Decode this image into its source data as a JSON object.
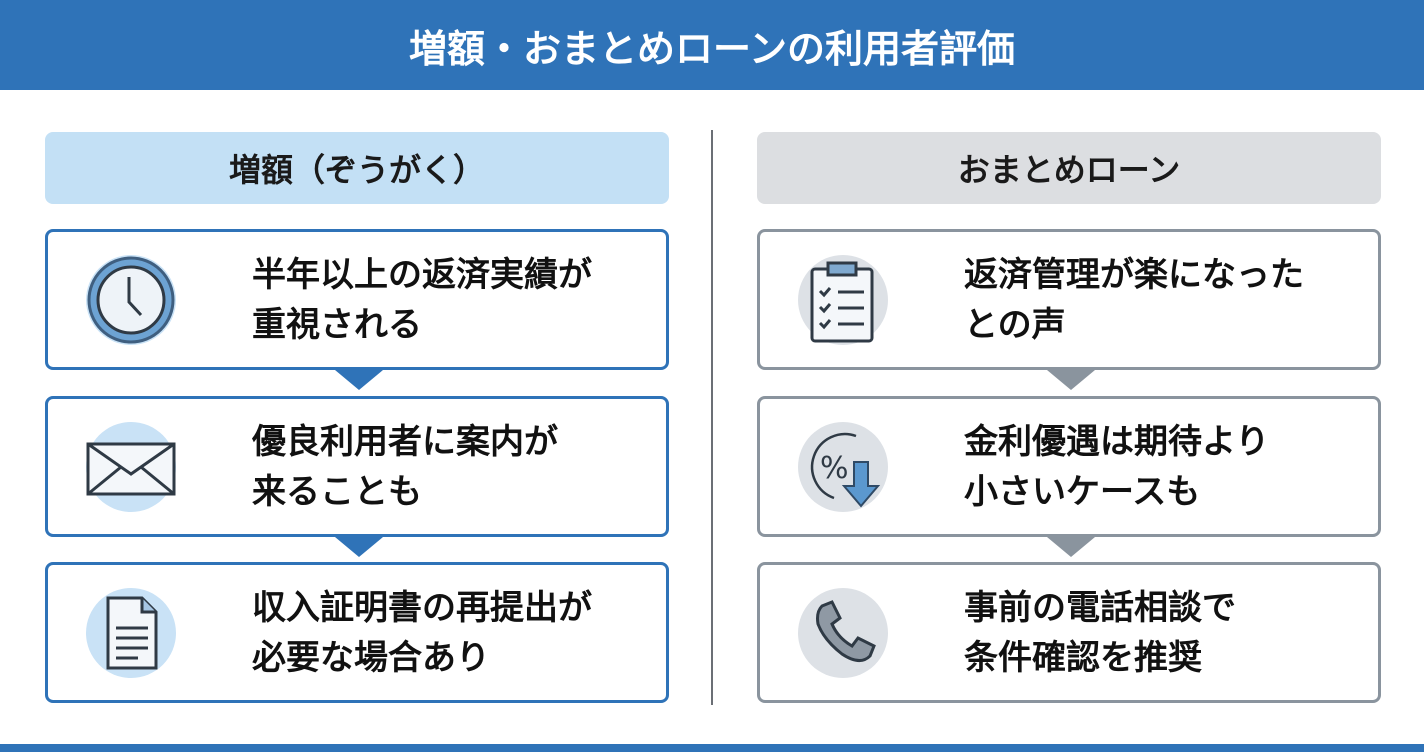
{
  "title": "増額・おまとめローンの利用者評価",
  "left": {
    "heading": "増額（ぞうがく）",
    "items": [
      {
        "icon": "clock-icon",
        "line1": "半年以上の返済実績が",
        "line2": "重視される"
      },
      {
        "icon": "envelope-icon",
        "line1": "優良利用者に案内が",
        "line2": "来ることも"
      },
      {
        "icon": "document-icon",
        "line1": "収入証明書の再提出が",
        "line2": "必要な場合あり"
      }
    ]
  },
  "right": {
    "heading": "おまとめローン",
    "items": [
      {
        "icon": "clipboard-checklist-icon",
        "line1": "返済管理が楽になった",
        "line2": "との声"
      },
      {
        "icon": "percent-down-icon",
        "line1": "金利優遇は期待より",
        "line2": "小さいケースも"
      },
      {
        "icon": "phone-icon",
        "line1": "事前の電話相談で",
        "line2": "条件確認を推奨"
      }
    ]
  },
  "colors": {
    "primary": "#2f73b8",
    "light_blue": "#c3e0f5",
    "gray": "#8a949e",
    "light_gray": "#dcdee1"
  }
}
